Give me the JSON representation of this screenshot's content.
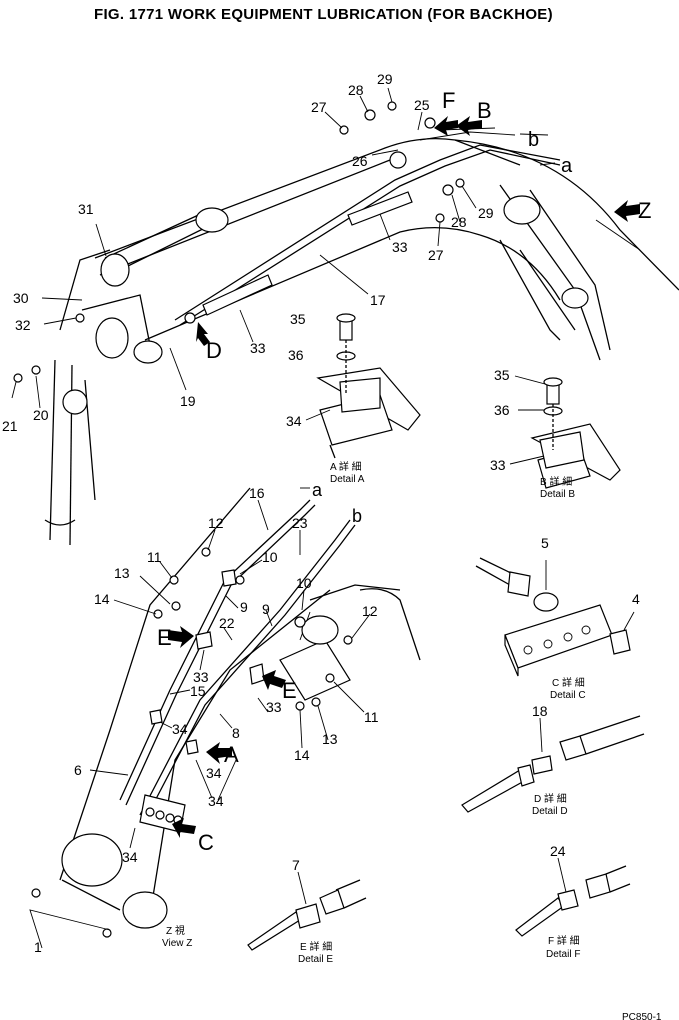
{
  "title": "FIG. 1771   WORK EQUIPMENT LUBRICATION (FOR BACKHOE)",
  "footer_code": "PC850-1",
  "letters": {
    "a1": "a",
    "b1": "b",
    "a2": "a",
    "b2": "b",
    "A": "A",
    "B": "B",
    "C": "C",
    "D": "D",
    "E1": "E",
    "E2": "E",
    "F": "F",
    "Z": "Z"
  },
  "callouts": {
    "top": {
      "n29a": "29",
      "n28a": "28",
      "n27a": "27",
      "n25": "25",
      "n26": "26",
      "n28b": "28",
      "n29b": "29",
      "n27b": "27",
      "n33a": "33",
      "n17": "17",
      "n33b": "33",
      "n35": "35",
      "n36": "36",
      "n34": "34",
      "n31": "31",
      "n30": "30",
      "n32": "32",
      "n21": "21",
      "n20": "20",
      "n19": "19",
      "n35b": "35",
      "n36b": "36",
      "n33c": "33"
    },
    "bottom": {
      "n16": "16",
      "n23": "23",
      "n12a": "12",
      "n11a": "11",
      "n10a": "10",
      "n13a": "13",
      "n14a": "14",
      "n9a": "9",
      "n9b": "9",
      "n10b": "10",
      "n12b": "12",
      "n22": "22",
      "n33d": "33",
      "n15": "15",
      "n34b": "34",
      "n6": "6",
      "n8": "8",
      "n33e": "33",
      "n14b": "14",
      "n13b": "13",
      "n11b": "11",
      "n34c": "34",
      "n34d": "34",
      "n1": "1",
      "n13c": "13",
      "n5": "5",
      "n4": "4",
      "n18": "18",
      "n7": "7",
      "n24": "24"
    }
  },
  "captions": {
    "detailA": {
      "jp": "A 詳 細",
      "en": "Detail A"
    },
    "detailB": {
      "jp": "B 詳 細",
      "en": "Detail B"
    },
    "detailC": {
      "jp": "C 詳 細",
      "en": "Detail C"
    },
    "detailD": {
      "jp": "D 詳 細",
      "en": "Detail D"
    },
    "detailE": {
      "jp": "E 詳 細",
      "en": "Detail E"
    },
    "detailF": {
      "jp": "F 詳 細",
      "en": "Detail F"
    },
    "viewZ": {
      "jp": "Z 視",
      "en": "View Z"
    }
  }
}
